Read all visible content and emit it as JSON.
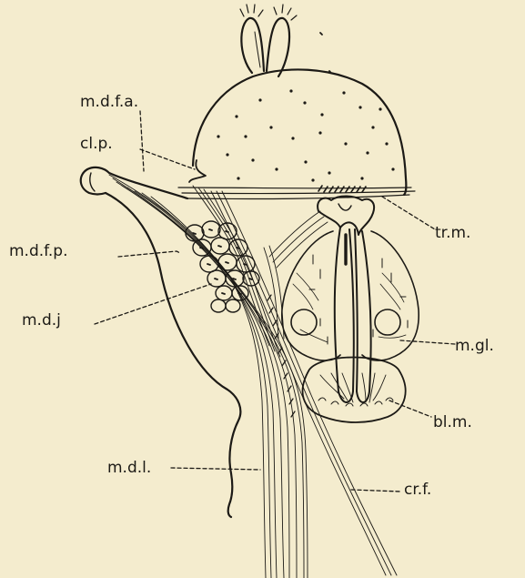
{
  "labels": {
    "mdfa": "m.d.f.a.",
    "clp": "cl.p.",
    "mdfp": "m.d.f.p.",
    "mdj": "m.d.j",
    "trm": "tr.m.",
    "mgl": "m.gl.",
    "blm": "bl.m.",
    "mdl": "m.d.l.",
    "crf": "cr.f."
  },
  "colors": {
    "paper": "#f4ecce",
    "ink": "#1c1a16"
  }
}
